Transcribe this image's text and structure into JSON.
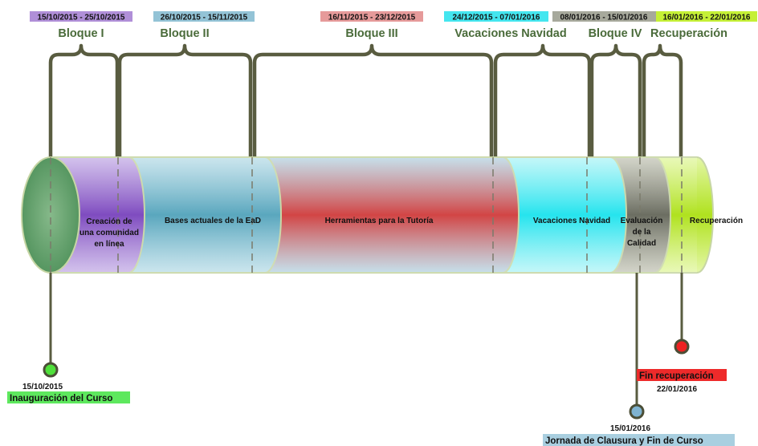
{
  "blocks": [
    {
      "date": "15/10/2015 - 25/10/2015",
      "title": "Bloque I",
      "date_bg": "#b08fd8"
    },
    {
      "date": "26/10/2015 - 15/11/2015",
      "title": "Bloque II",
      "date_bg": "#93c3d6"
    },
    {
      "date": "16/11/2015 - 23/12/2015",
      "title": "Bloque III",
      "date_bg": "#e69a9a"
    },
    {
      "date": "24/12/2015 - 07/01/2016",
      "title": "Vacaciones Navidad",
      "date_bg": "#44e6ef"
    },
    {
      "date": "08/01/2016 - 15/01/2016",
      "title": "Bloque IV",
      "date_bg": "#a7a99c"
    },
    {
      "date": "16/01/2016 - 22/01/2016",
      "title": "Recuperación",
      "date_bg": "#c5f036"
    }
  ],
  "segments": [
    {
      "lines": [
        "Creación de",
        "una comunidad",
        "en línea"
      ],
      "color": "#8a5cc4"
    },
    {
      "lines": [
        "Bases actuales de la EaD"
      ],
      "color": "#6fb1c6"
    },
    {
      "lines": [
        "Herramientas para la Tutoría"
      ],
      "color": "#d04f4f"
    },
    {
      "lines": [
        "Vacaciones Navidad"
      ],
      "color": "#2fe6ef"
    },
    {
      "lines": [
        "Evaluación",
        "de la",
        "Calidad"
      ],
      "color": "#7d7f72"
    },
    {
      "lines": [
        "Recuperación"
      ],
      "color": "#b8e82e"
    }
  ],
  "events": [
    {
      "date": "15/10/2015",
      "title": "Inauguración del Curso",
      "title_bg": "#5ee85e",
      "marker": "#4fe03a"
    },
    {
      "date": "15/01/2016",
      "title": "Jornada de Clausura y Fin de Curso",
      "title_bg": "#a9cfe0",
      "marker": "#7fb3d0"
    },
    {
      "date": "22/01/2016",
      "title": "Fin recuperación",
      "title_bg": "#ee2a2a",
      "marker": "#ee2222"
    }
  ]
}
